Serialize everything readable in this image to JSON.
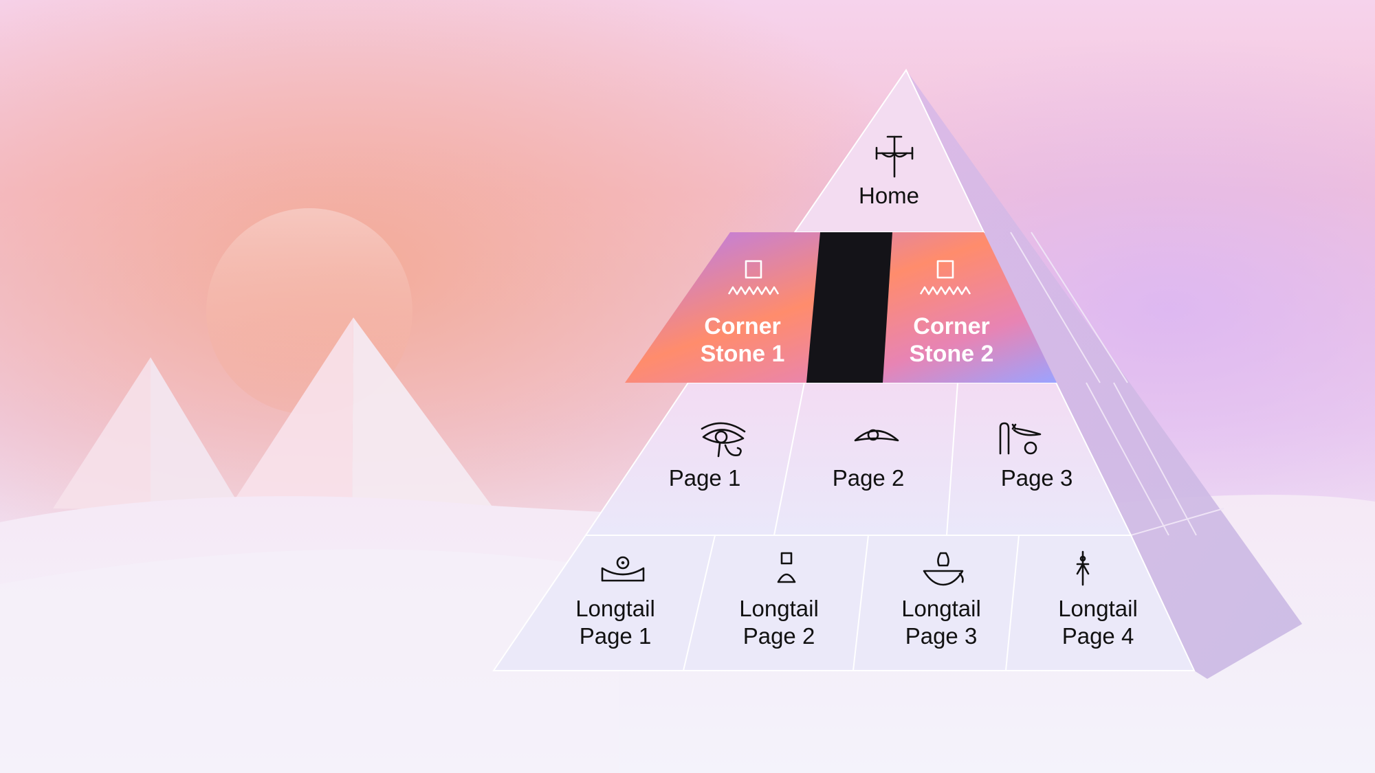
{
  "pyramid": {
    "home": {
      "label": "Home",
      "icon": "ankh-hieroglyph-icon"
    },
    "cornerstones": [
      {
        "line1": "Corner",
        "line2": "Stone 1",
        "icon": "square-water-hieroglyph-icon"
      },
      {
        "line1": "Corner",
        "line2": "Stone 2",
        "icon": "square-water-hieroglyph-icon"
      }
    ],
    "pages": [
      {
        "label": "Page 1",
        "icon": "eye-of-horus-icon"
      },
      {
        "label": "Page 2",
        "icon": "eye-hieroglyph-icon"
      },
      {
        "label": "Page 3",
        "icon": "staff-bird-hieroglyph-icon"
      }
    ],
    "longtail": [
      {
        "line1": "Longtail",
        "line2": "Page 1",
        "icon": "sun-bowl-hieroglyph-icon"
      },
      {
        "line1": "Longtail",
        "line2": "Page 2",
        "icon": "square-bread-hieroglyph-icon"
      },
      {
        "line1": "Longtail",
        "line2": "Page 3",
        "icon": "vase-basket-hieroglyph-icon"
      },
      {
        "line1": "Longtail",
        "line2": "Page 4",
        "icon": "ankh-plant-hieroglyph-icon"
      }
    ]
  },
  "colors": {
    "cornerstone_gradient": [
      "#b57cf0",
      "#ff8e6e",
      "#e07fc0",
      "#9aa0ff"
    ],
    "gap": "#141318"
  }
}
